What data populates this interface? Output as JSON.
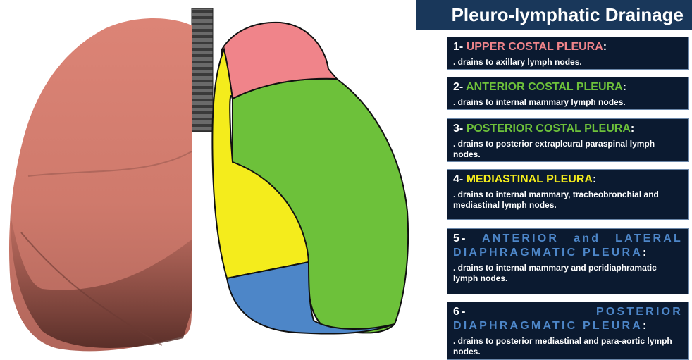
{
  "title": "Pleuro-lymphatic Drainage",
  "colors": {
    "header_bg": "#19375a",
    "card_bg": "#0b1a30",
    "upper": "#f0848a",
    "green": "#6dc13a",
    "yellow": "#f4ec1c",
    "blue": "#4d86c8"
  },
  "items": [
    {
      "number": "1-",
      "name": "UPPER COSTAL PLEURA",
      "suffix": ":",
      "color": "#f0848a",
      "drainage": ". drains to axillary lymph nodes."
    },
    {
      "number": "2-",
      "name": "ANTERIOR COSTAL PLEURA",
      "suffix": ":",
      "color": "#6dc13a",
      "drainage": ". drains to internal mammary lymph nodes."
    },
    {
      "number": "3-",
      "name": "POSTERIOR COSTAL PLEURA",
      "suffix": ":",
      "color": "#6dc13a",
      "drainage": ". drains to posterior extrapleural paraspinal lymph nodes."
    },
    {
      "number": "4-",
      "name": "MEDIASTINAL PLEURA",
      "suffix": ":",
      "color": "#f4ec1c",
      "drainage": ". drains to internal mammary, tracheobronchial and mediastinal lymph nodes."
    },
    {
      "number": "5-",
      "name": "ANTERIOR and LATERAL DIAPHRAGMATIC PLEURA",
      "suffix": ":",
      "color": "#4d86c8",
      "drainage": ". drains to internal mammary and peridiaphramatic lymph nodes."
    },
    {
      "number": "6-",
      "name": "POSTERIOR DIAPHRAGMATIC PLEURA",
      "suffix": ":",
      "color": "#4d86c8",
      "drainage": ". drains to posterior mediastinal and para-aortic lymph nodes."
    }
  ]
}
